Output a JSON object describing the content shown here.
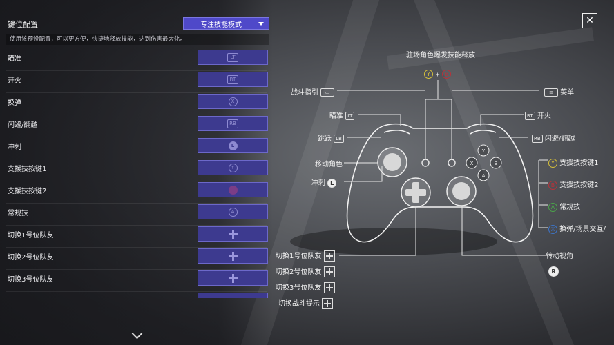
{
  "panel": {
    "title": "键位配置",
    "mode_label": "专注技能模式",
    "description": "使用该预设配置，可以更方便，快捷地释放技能，达到伤害最大化。"
  },
  "bindings": [
    {
      "label": "瞄准",
      "key": "LT",
      "icon": "lt-badge-icon"
    },
    {
      "label": "开火",
      "key": "RT",
      "icon": "rt-badge-icon"
    },
    {
      "label": "换弹",
      "key": "X",
      "icon": "x-button-icon"
    },
    {
      "label": "闪避/翻越",
      "key": "RB",
      "icon": "rb-badge-icon"
    },
    {
      "label": "冲刺",
      "key": "L",
      "icon": "left-stick-icon"
    },
    {
      "label": "支援技按键1",
      "key": "Y",
      "icon": "y-button-icon"
    },
    {
      "label": "支援技按键2",
      "key": "B",
      "icon": "b-button-icon"
    },
    {
      "label": "常规技",
      "key": "A",
      "icon": "a-button-icon"
    },
    {
      "label": "切换1号位队友",
      "key": "",
      "icon": "dpad-icon"
    },
    {
      "label": "切换2号位队友",
      "key": "",
      "icon": "dpad-icon"
    },
    {
      "label": "切换3号位队友",
      "key": "",
      "icon": "dpad-icon"
    }
  ],
  "controller": {
    "top_label": "驻场角色爆发技能释放",
    "combo_y": "Y",
    "combo_plus": "+",
    "combo_b": "B",
    "left_labels": {
      "battle_guide": "战斗指引",
      "aim": "瞄准",
      "aim_key": "LT",
      "jump": "跳跃",
      "jump_key": "LB",
      "move": "移动角色",
      "sprint": "冲刺",
      "sprint_key": "L",
      "dpad1": "切换1号位队友",
      "dpad2": "切换2号位队友",
      "dpad3": "切换3号位队友",
      "dpad4": "切换战斗提示"
    },
    "right_labels": {
      "menu": "菜单",
      "fire": "开火",
      "fire_key": "RT",
      "dodge": "闪避/翻越",
      "dodge_key": "RB",
      "support1": "支援技按键1",
      "support1_key": "Y",
      "support2": "支援技按键2",
      "support2_key": "B",
      "normal": "常规技",
      "normal_key": "A",
      "reload": "换弹/场景交互/",
      "reload_key": "X",
      "camera": "转动视角",
      "camera_key": "R"
    },
    "face_buttons": {
      "y": "Y",
      "x": "X",
      "b": "B",
      "a": "A"
    }
  },
  "close_label": "✕",
  "colors": {
    "accent": "#4f49c9",
    "slot": "#3d3a8f",
    "b_button": "#b8323a",
    "y_button": "#d9c23a",
    "a_button": "#4aa54a",
    "x_button": "#3c74c9"
  }
}
